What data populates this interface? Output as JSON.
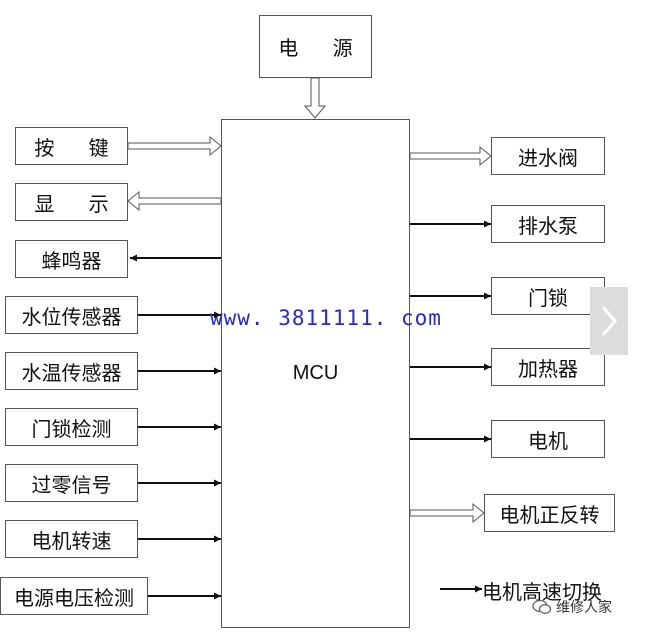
{
  "diagram": {
    "center": {
      "label": "MCU"
    },
    "power": {
      "label": "电 源"
    },
    "inputs": [
      {
        "label": "按 键",
        "arrow": "hollow"
      },
      {
        "label": "显 示",
        "arrow": "hollow-out"
      },
      {
        "label": "蜂鸣器",
        "arrow": "solid-out"
      },
      {
        "label": "水位传感器",
        "arrow": "solid"
      },
      {
        "label": "水温传感器",
        "arrow": "solid"
      },
      {
        "label": "门锁检测",
        "arrow": "solid"
      },
      {
        "label": "过零信号",
        "arrow": "solid"
      },
      {
        "label": "电机转速",
        "arrow": "solid"
      },
      {
        "label": "电源电压检测",
        "arrow": "solid"
      }
    ],
    "outputs": [
      {
        "label": "进水阀",
        "arrow": "hollow"
      },
      {
        "label": "排水泵",
        "arrow": "solid"
      },
      {
        "label": "门锁",
        "arrow": "solid"
      },
      {
        "label": "加热器",
        "arrow": "solid"
      },
      {
        "label": "电机",
        "arrow": "solid"
      },
      {
        "label": "电机正反转",
        "arrow": "hollow"
      },
      {
        "label": "电机高速切换",
        "arrow": "solid"
      }
    ]
  },
  "watermark": {
    "url": "www. 3811111. com"
  },
  "brand": {
    "name": "维修人家"
  },
  "icons": {
    "next": "chevron-right-icon",
    "brand": "wechat-icon"
  },
  "colors": {
    "line": "#111111",
    "box_border": "#555555",
    "watermark": "#2929c8"
  }
}
